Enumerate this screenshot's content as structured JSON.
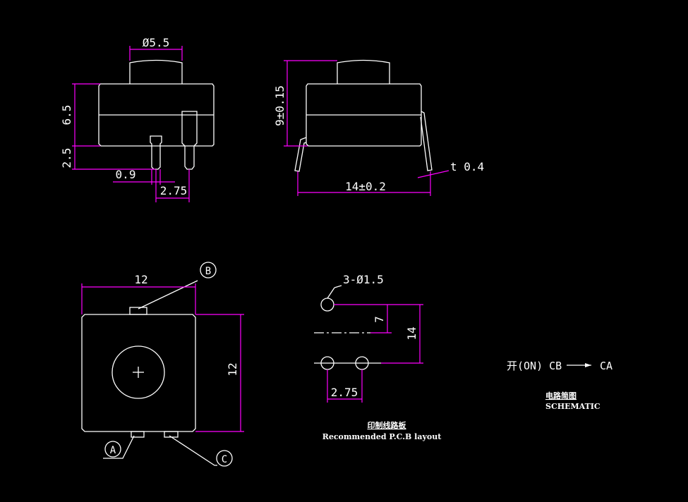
{
  "colors": {
    "background": "#000000",
    "outline": "#ffffff",
    "dimension": "#ff00ff"
  },
  "front_view": {
    "dim_diameter": "Ø5.5",
    "dim_height": "6.5",
    "dim_pin": "2.5",
    "dim_pin_width": "0.9",
    "dim_pitch": "2.75"
  },
  "side_view": {
    "dim_height": "9±0.15",
    "dim_width": "14±0.2",
    "dim_thickness": "t 0.4"
  },
  "bottom_view": {
    "dim_width": "12",
    "dim_height": "12",
    "terminal_a": "A",
    "terminal_b": "B",
    "terminal_c": "C"
  },
  "pcb_layout": {
    "dim_holes": "3-Ø1.5",
    "dim_7": "7",
    "dim_14": "14",
    "dim_pitch": "2.75",
    "title_cn": "印制线路板",
    "title_en": "Recommended P.C.B layout"
  },
  "schematic": {
    "on_label": "开(ON) CB",
    "arrow": "→",
    "target": "CA",
    "title_cn": "电路简图",
    "title_en": "SCHEMATIC"
  }
}
